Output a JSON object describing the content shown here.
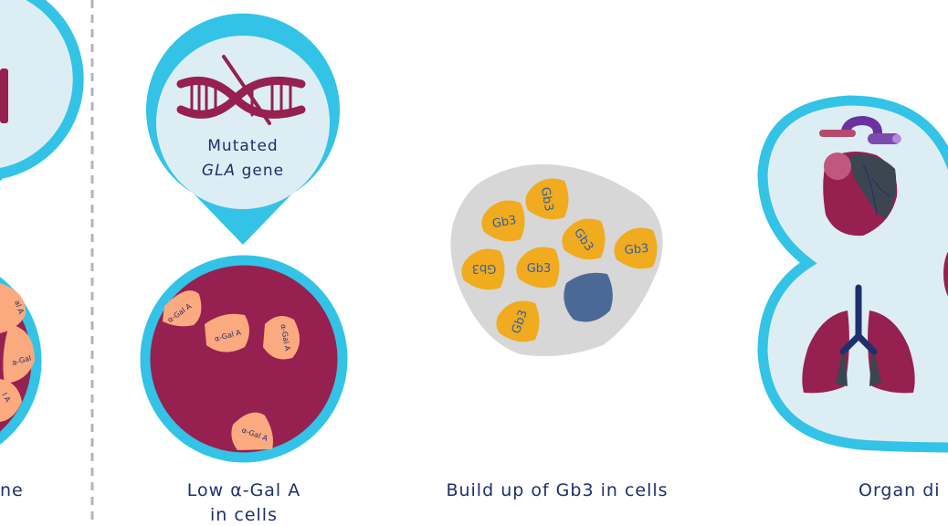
{
  "colors": {
    "ring": "#33c3e6",
    "ring_fill": "#dceef4",
    "maroon": "#96204f",
    "enzyme": "#fba97f",
    "gb3": "#f0ab1e",
    "cell": "#d7d7d7",
    "nucleus": "#4a6a95",
    "text": "#1f2f6b",
    "divider": "#b0b4bf"
  },
  "panels": [
    {
      "id": "prev",
      "label": "ne",
      "enzyme_labels": [
        "al A",
        "a-Gal",
        "l A"
      ]
    },
    {
      "id": "low-agal",
      "pin_text_line1": "Mutated",
      "pin_text_gene": "GLA",
      "pin_text_line2": "gene",
      "enzyme_labels": [
        "α-Gal A",
        "α-Gal A",
        "α-Gal A",
        "α-Gal A"
      ],
      "label_line1": "Low α-Gal A",
      "label_line2": "in cells"
    },
    {
      "id": "gb3",
      "gb3_labels": [
        "Gb3",
        "Gb3",
        "Gb3",
        "Gb3",
        "Gb3",
        "Gb3",
        "Gb3"
      ],
      "label": "Build up of Gb3 in cells"
    },
    {
      "id": "organ",
      "label": "Organ di"
    }
  ]
}
